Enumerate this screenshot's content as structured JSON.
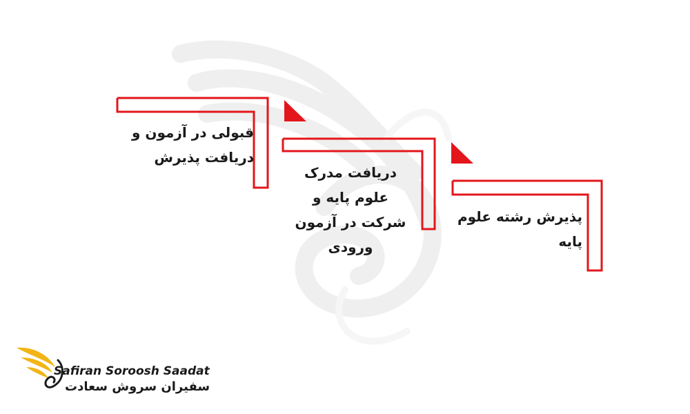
{
  "steps": [
    {
      "label": "قبولی در آزمون و دریافت پذیرش"
    },
    {
      "label": "دریافت مدرک علوم پایه و شرکت در آزمون ورودی"
    },
    {
      "label": "پذیرش رشته علوم پایه"
    }
  ],
  "logo": {
    "latin": "Safiran Soroosh Saadat",
    "persian": "سفیران سروش سعادت"
  },
  "colors": {
    "accent": "#e3161b",
    "text": "#1a1a1a",
    "watermark": "#f1f1f1",
    "logo_gold": "#f2b516",
    "background": "#ffffff"
  },
  "icons": {
    "step_marker": "red-triangle-icon",
    "watermark": "wing-watermark",
    "logo_mark": "golden-wing-icon"
  }
}
